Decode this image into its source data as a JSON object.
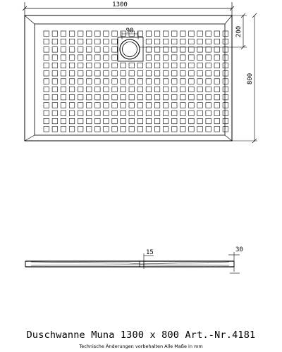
{
  "top_view": {
    "width_label": "1300",
    "height_label": "800",
    "drain_offset_label": "200",
    "drain_diameter_label": "90"
  },
  "side_view": {
    "thickness_label": "15",
    "height_label": "30"
  },
  "caption": {
    "title": "Duschwanne Muna 1300 x 800 Art.-Nr.4181",
    "note": "Technische Änderungen vorbehalten   Alle Maße in mm"
  }
}
